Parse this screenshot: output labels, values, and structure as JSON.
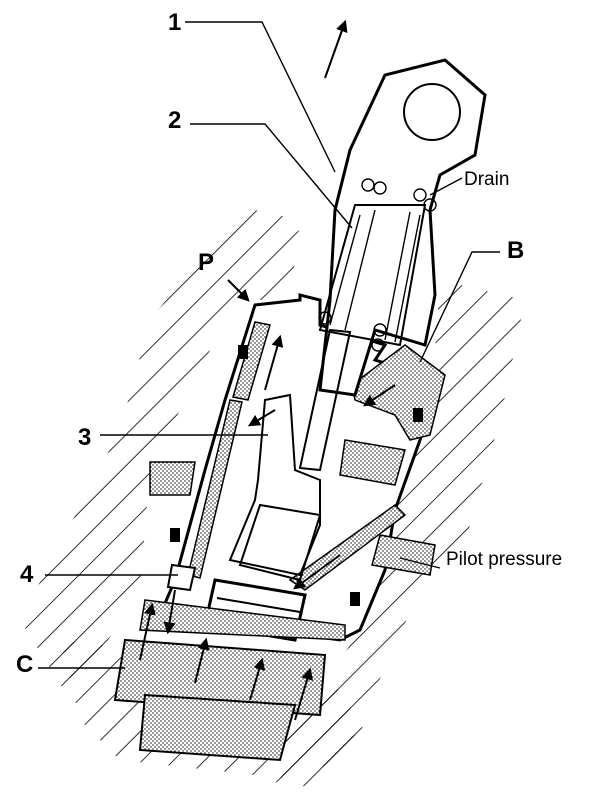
{
  "diagram": {
    "labels": {
      "l1": "1",
      "l2": "2",
      "l3": "3",
      "l4": "4",
      "lP": "P",
      "lB": "B",
      "lC": "C",
      "drain": "Drain",
      "pilot": "Pilot pressure"
    }
  }
}
